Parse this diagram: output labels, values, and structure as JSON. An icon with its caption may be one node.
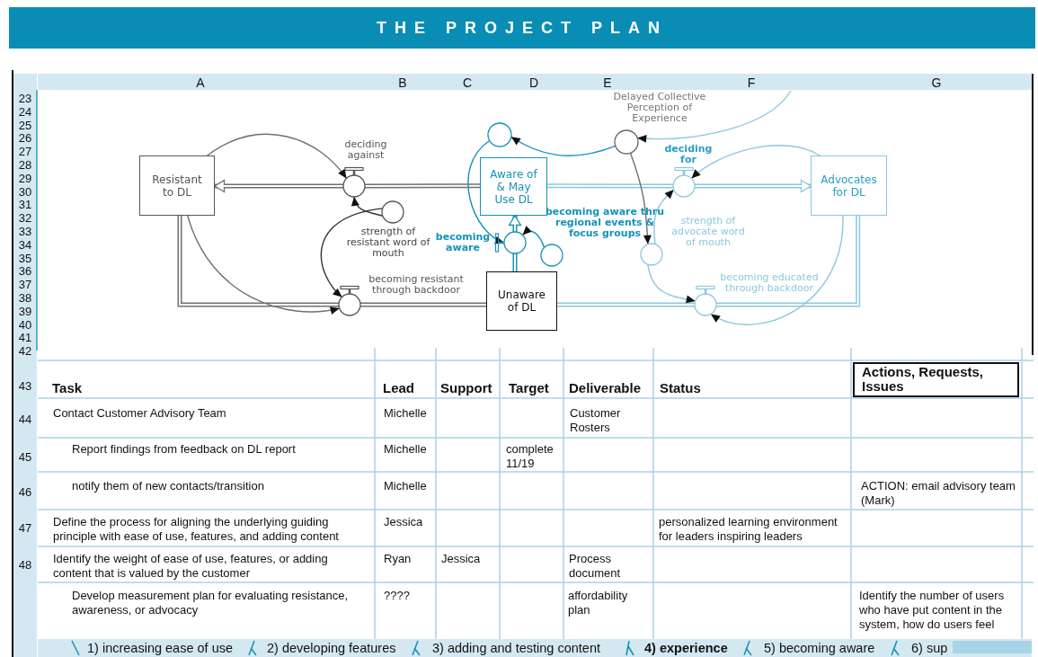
{
  "diagram": {
    "title": "THE PROJECT PLAN",
    "nodes": [
      {
        "text": [
          "Resistant to DL"
        ]
      },
      {
        "text": [
          "deciding against"
        ]
      },
      {
        "text": [
          "strength of resistant word of mouth"
        ]
      },
      {
        "text": [
          "becoming resistant through backdoor"
        ]
      },
      {
        "text": [
          "Aware of & May Use DL"
        ]
      },
      {
        "text": [
          "becoming aware"
        ]
      },
      {
        "text": [
          "becoming aware thru regional events & focus groups"
        ]
      },
      {
        "text": [
          "Unaware of DL"
        ]
      },
      {
        "text": [
          "Delayed Collective Perception of Experience"
        ]
      },
      {
        "text": [],
        "shape": "circle"
      },
      {
        "text": [
          "deciding for"
        ]
      },
      {
        "text": [
          "strength of advocate word of mouth"
        ]
      },
      {
        "text": [
          "becoming educated through backdoor"
        ]
      },
      {
        "text": [
          "Advocates for DL"
        ]
      }
    ],
    "edges": [
      {
        "from": 4,
        "to": 1,
        "arrow": "none",
        "style": "thick",
        "color": "#707070"
      },
      {
        "from": 1,
        "to": 0,
        "arrow": "to",
        "style": "thick",
        "color": "#707070"
      },
      {
        "from": 7,
        "to": 3,
        "arrow": "none",
        "style": "thick",
        "color": "#707070"
      },
      {
        "from": 3,
        "to": 0,
        "arrow": "none",
        "style": "thick",
        "color": "#707070"
      },
      {
        "from": 7,
        "to": 5,
        "arrow": "none",
        "style": "thick",
        "color": "#1593b9"
      },
      {
        "from": 5,
        "to": 4,
        "arrow": "to",
        "style": "thick",
        "color": "#1593b9"
      },
      {
        "from": 4,
        "to": 10,
        "arrow": "none",
        "style": "thick",
        "color": "#8cc8dd"
      },
      {
        "from": 10,
        "to": 13,
        "arrow": "to",
        "style": "thick",
        "color": "#8cc8dd"
      },
      {
        "from": 7,
        "to": 12,
        "arrow": "none",
        "style": "thick",
        "color": "#8cc8dd"
      },
      {
        "from": 12,
        "to": 13,
        "arrow": "none",
        "style": "thick",
        "color": "#8cc8dd"
      },
      {
        "from": 0,
        "to": 1,
        "arrow": "to",
        "color": "#707070"
      },
      {
        "from": 0,
        "to": 3,
        "arrow": "to",
        "color": "#707070"
      },
      {
        "from": 2,
        "to": 1,
        "arrow": "to",
        "color": "#333333"
      },
      {
        "from": 2,
        "to": 3,
        "arrow": "to",
        "color": "#333333"
      },
      {
        "from": 9,
        "to": 5,
        "arrow": "to",
        "color": "#1593b9"
      },
      {
        "from": 8,
        "to": 9,
        "arrow": "to",
        "color": "#1593b9"
      },
      {
        "from": null,
        "to": 8,
        "arrow": "to",
        "color": "#8cc8dd"
      },
      {
        "from": 8,
        "to": 11,
        "arrow": "to",
        "color": "#707070"
      },
      {
        "from": 6,
        "to": 5,
        "arrow": "to",
        "color": "#1593b9"
      },
      {
        "from": 11,
        "to": 10,
        "arrow": "to",
        "color": "#8cc8dd"
      },
      {
        "from": 11,
        "to": 12,
        "arrow": "to",
        "color": "#8cc8dd"
      },
      {
        "from": 13,
        "to": 10,
        "arrow": "to",
        "color": "#8cc8dd"
      },
      {
        "from": 13,
        "to": 12,
        "arrow": "to",
        "color": "#8cc8dd"
      }
    ],
    "labels": [
      "A",
      "B",
      "C",
      "D",
      "E",
      "F",
      "G",
      "23",
      "24",
      "25",
      "26",
      "27",
      "28",
      "29",
      "30",
      "31",
      "32",
      "33",
      "34",
      "35",
      "36",
      "37",
      "38",
      "39",
      "40",
      "41",
      "42",
      "43",
      "Task",
      "Lead",
      "Support",
      "Target",
      "Deliverable",
      "Status",
      "Actions, Requests, Issues",
      "44",
      "Contact Customer Advisory Team",
      "Michelle",
      "Customer Rosters",
      "45",
      "Report findings from feedback on DL report",
      "Michelle",
      "complete 11/19",
      "46",
      "notify them of new contacts/transition",
      "Michelle",
      "ACTION: email advisory team (Mark)",
      "47",
      "Define the process for aligning the underlying guiding principle with ease of use, features, and adding content",
      "Jessica",
      "personalized learning environment for leaders inspiring leaders",
      "48",
      "Identify the weight of ease of use, features, or adding content that is valued by the customer",
      "Ryan",
      "Jessica",
      "Process document",
      "Develop measurement plan for evaluating resistance, awareness, or advocacy",
      "????",
      "affordability plan",
      "Identify the number of users who have put content in the system, how do users feel",
      "1) increasing ease of use",
      "2) developing features",
      "3) adding and testing content",
      "4) experience",
      "5) becoming aware",
      "6) sup"
    ]
  }
}
